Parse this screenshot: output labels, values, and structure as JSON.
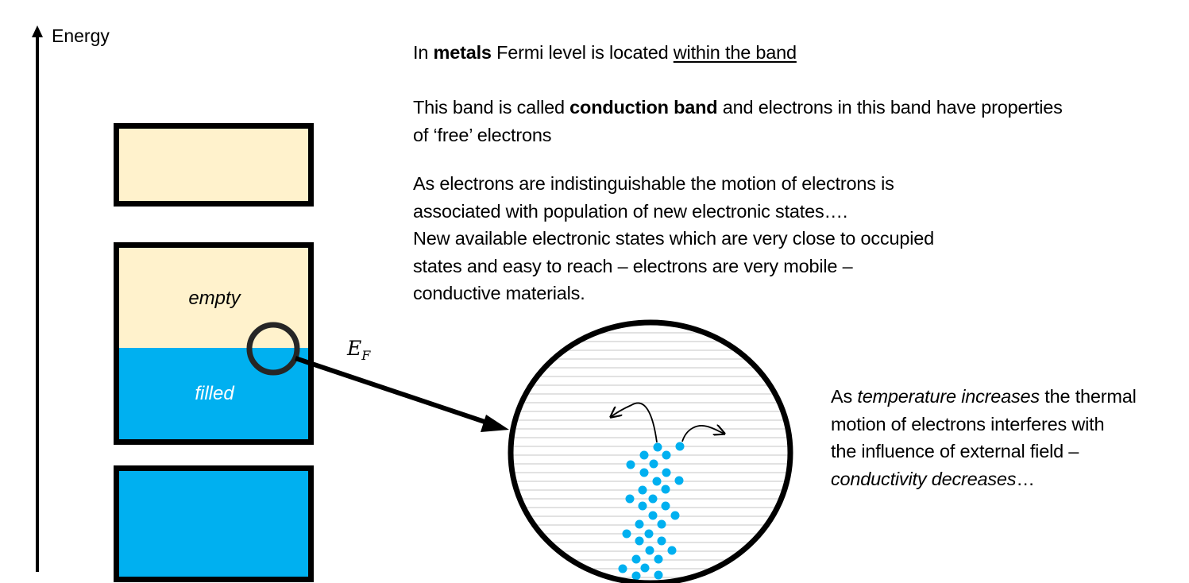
{
  "axis": {
    "label": "Energy",
    "icon": "up-arrow-icon"
  },
  "bands": {
    "top_band": {
      "state": "empty",
      "fill": "#FFF2CC"
    },
    "middle_band": {
      "upper_label": "empty",
      "lower_label": "filled",
      "upper_fill": "#FFF2CC",
      "lower_fill": "#00B0F0"
    },
    "bottom_band": {
      "state": "filled",
      "fill": "#00B0F0"
    }
  },
  "fermi": {
    "label_main": "E",
    "label_sub": "F"
  },
  "colors": {
    "empty_band": "#FFF2CC",
    "filled_band": "#00B0F0",
    "electron": "#00B0F0",
    "outline": "#000000",
    "magnifier_ring": "#262626",
    "state_lines": "#D9D9D9"
  },
  "text": {
    "p1": {
      "pre": "In ",
      "bold": "metals",
      "mid": " Fermi level is located ",
      "underlined": "within the band"
    },
    "p2": {
      "pre": "This band is called ",
      "bold": "conduction band",
      "post": " and electrons in this band have properties",
      "line2": "of ‘free’ electrons"
    },
    "p3": {
      "line1": "As electrons are indistinguishable the motion of electrons is",
      "line2": "associated with population of new electronic states….",
      "line3": "New available electronic states which are very close to occupied",
      "line4": "states and easy to reach – electrons are very mobile –",
      "line5": "conductive materials."
    },
    "p4": {
      "pre": "As ",
      "italic1": "temperature increases",
      "post1": " the thermal",
      "line2": "motion of electrons interferes with",
      "line3": "the influence of external field –",
      "italic2": "conductivity decreases",
      "post4": "…"
    }
  }
}
